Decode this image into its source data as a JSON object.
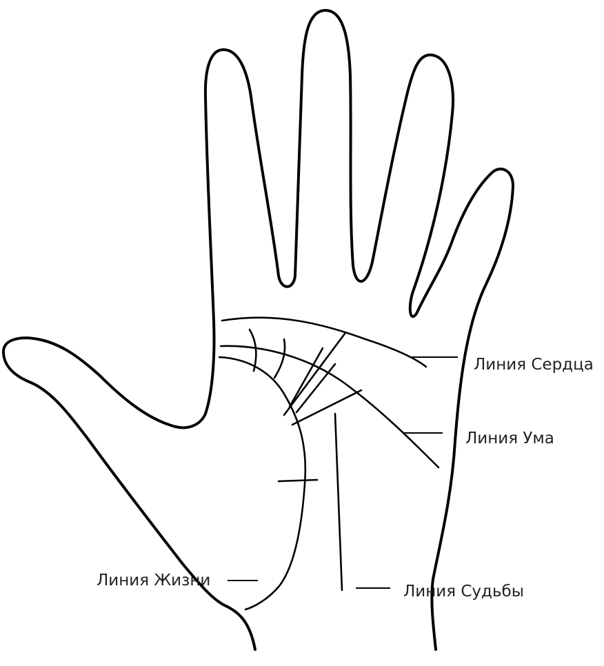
{
  "labels": {
    "heart_line": "Линия Сердца",
    "head_line": "Линия Ума",
    "life_line": "Линия Жизни",
    "fate_line": "Линия Судьбы"
  },
  "colors": {
    "ink": "#000000",
    "label_text": "#222222",
    "background": "#ffffff"
  }
}
